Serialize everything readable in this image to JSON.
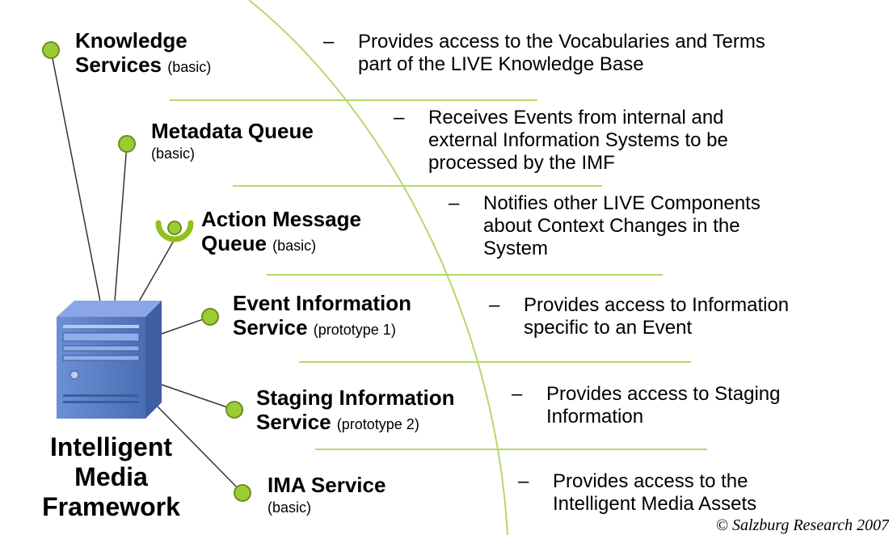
{
  "framework": {
    "line1": "Intelligent",
    "line2": "Media",
    "line3": "Framework"
  },
  "services": [
    {
      "name1": "Knowledge",
      "name2": "Services",
      "tag": "(basic)",
      "description_lines": [
        "Provides access to the Vocabularies and Terms",
        "part of the LIVE Knowledge Base"
      ]
    },
    {
      "name1": "Metadata Queue",
      "name2": "",
      "tag": "(basic)",
      "description_lines": [
        "Receives Events from internal and",
        "external Information Systems to be",
        "processed by the IMF"
      ]
    },
    {
      "name1": "Action Message",
      "name2": "Queue",
      "tag": "(basic)",
      "description_lines": [
        "Notifies other LIVE Components",
        "about Context Changes in the",
        "System"
      ]
    },
    {
      "name1": "Event Information",
      "name2": "Service",
      "tag": "(prototype 1)",
      "description_lines": [
        "Provides access to Information",
        "specific to an Event"
      ]
    },
    {
      "name1": "Staging Information",
      "name2": "Service",
      "tag": "(prototype 2)",
      "description_lines": [
        "Provides access to Staging",
        "Information"
      ]
    },
    {
      "name1": "IMA Service",
      "name2": "",
      "tag": "(basic)",
      "description_lines": [
        "Provides access to the",
        "Intelligent Media Assets"
      ]
    }
  ],
  "dash": "–",
  "copyright": "© Salzburg Research 2007",
  "colors": {
    "node_fill": "#9acd32",
    "node_stroke": "#6b8e23",
    "curve": "#b4d96a",
    "server": "#5b7fc4"
  }
}
